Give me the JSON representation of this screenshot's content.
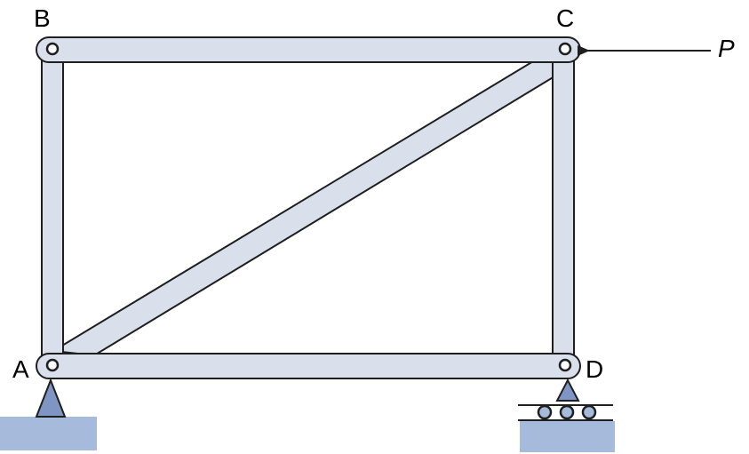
{
  "labels": {
    "B": "B",
    "C": "C",
    "A": "A",
    "D": "D",
    "P": "P"
  }
}
